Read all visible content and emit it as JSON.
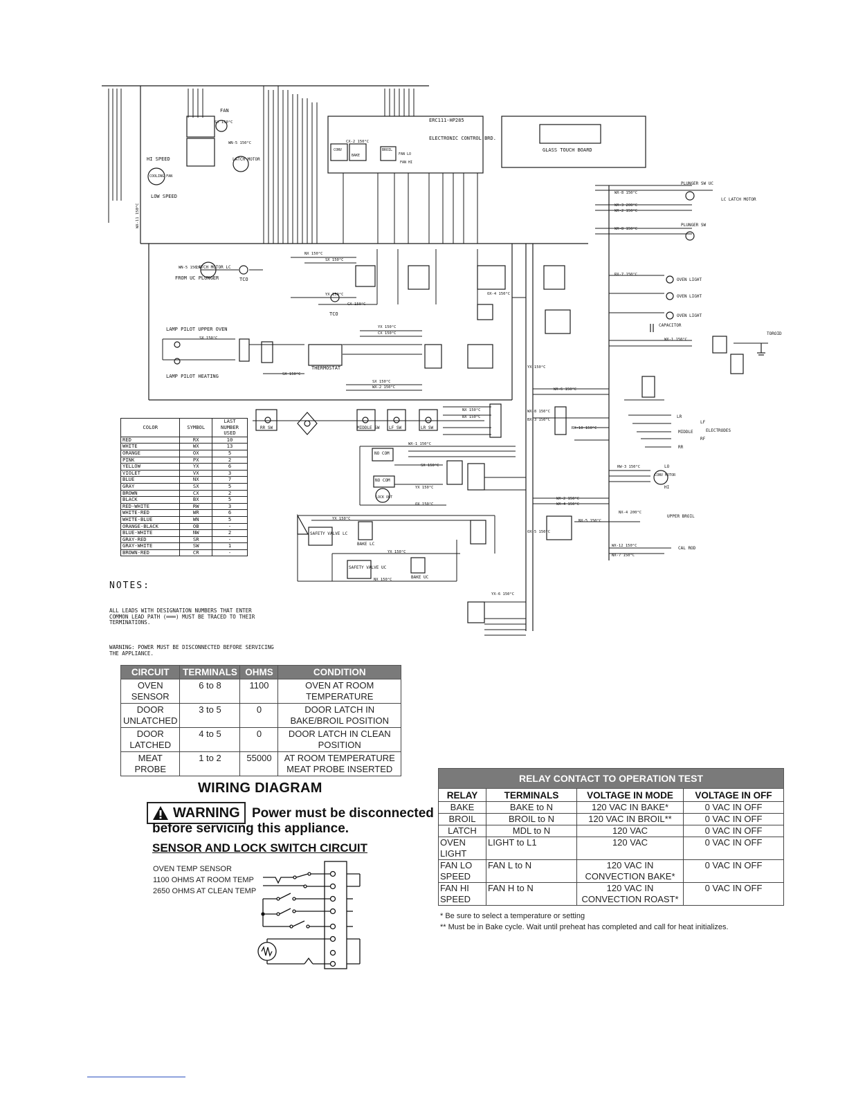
{
  "diagram": {
    "glass_touch_board": "GLASS TOUCH BOARD",
    "control_board": "ERC111-HP285",
    "electronic_control": "ELECTRONIC CONTROL BRD.",
    "cooling_fan": "COOLING FAN",
    "hi_speed": "HI SPEED",
    "low_speed": "LOW SPEED",
    "latch_motor": "LATCH MOTOR",
    "latch_motor_lc": "LATCH MOTOR LC",
    "from_uc_plunger": "FROM UC PLUNGER",
    "lamp_pilot_upper": "LAMP PILOT UPPER OVEN",
    "lamp_pilot_heating": "LAMP PILOT HEATING",
    "thermostat": "THERMOSTAT",
    "safety_valve_lc": "SAFETY VALVE LC",
    "safety_valve_uc": "SAFETY VALVE UC",
    "bake_lc": "BAKE LC",
    "bake_uc": "BAKE UC",
    "lock_out": "LOCK OUT",
    "plunger_sw_uc": "PLUNGER SW UC",
    "plunger_sw": "PLUNGER SW",
    "lc_latch_motor": "LC LATCH MOTOR",
    "oven_light": "OVEN LIGHT",
    "capacitor": "CAPACITOR",
    "toroid": "TOROID",
    "electrodes": "ELECTRODES",
    "conv_motor": "CONV MOTOR",
    "upper_broil": "UPPER BROIL",
    "cal_rod": "CAL ROD",
    "rr_sw": "RR SW",
    "middle_sw": "MIDDLE SW",
    "lf_sw": "LF SW",
    "lr_sw": "LR SW",
    "no_com": "NO COM",
    "tco": "TCO",
    "fan": "FAN",
    "conv": "CONV",
    "bake": "BAKE",
    "broil": "BROIL",
    "fan_lo": "FAN LO",
    "fan_hi": "FAN HI",
    "lf": "LF",
    "rf": "RF",
    "lr": "LR",
    "rr": "RR",
    "middle": "MIDDLE",
    "lo": "LO",
    "hi": "HI",
    "wire_labels": {
      "wn5": "WN-5 150°C",
      "sx": "SX 150°C",
      "nx": "NX 150°C",
      "yx": "YX 150°C",
      "bx": "BX 150°C",
      "wx1": "WX-1 150°C",
      "wx8": "WX-8 150°C",
      "wx3": "WX-3 200°C",
      "wx2": "WX-2 150°C",
      "ox4": "OX-4 150°C",
      "rx7": "RX-7 150°C",
      "wx12": "WX-12 150°C",
      "nx7": "NX-7 150°C",
      "yx6": "YX-6 150°C",
      "ox5": "OX-5 150°C",
      "wx6": "WX-6 150°C",
      "bx3": "BX-3 150°C",
      "rx10": "RX-10 150°C",
      "rw3": "RW-3 150°C",
      "nx4": "NX-4 200°C",
      "nx5": "NX-5 150°C",
      "wx4": "WX-4 150°C",
      "cx2": "CX-2 150°C",
      "cx": "CX 150°C",
      "ox": "OX 150°C",
      "wx11": "WX-11 150°C"
    }
  },
  "color_table": {
    "headers": [
      "COLOR",
      "SYMBOL",
      "LAST NUMBER USED"
    ],
    "rows": [
      [
        "RED",
        "RX",
        "10"
      ],
      [
        "WHITE",
        "WX",
        "13"
      ],
      [
        "ORANGE",
        "OX",
        "5"
      ],
      [
        "PINK",
        "PX",
        "2"
      ],
      [
        "YELLOW",
        "YX",
        "6"
      ],
      [
        "VIOLET",
        "VX",
        "3"
      ],
      [
        "BLUE",
        "NX",
        "7"
      ],
      [
        "GRAY",
        "SX",
        "5"
      ],
      [
        "BROWN",
        "CX",
        "2"
      ],
      [
        "BLACK",
        "BX",
        "5"
      ],
      [
        "RED-WHITE",
        "RW",
        "3"
      ],
      [
        "WHITE-RED",
        "WR",
        "6"
      ],
      [
        "WHITE-BLUE",
        "WN",
        "5"
      ],
      [
        "ORANGE-BLACK",
        "OB",
        "-"
      ],
      [
        "BLUE-WHITE",
        "NW",
        "2"
      ],
      [
        "GRAY-RED",
        "SR",
        "-"
      ],
      [
        "GRAY-WHITE",
        "SW",
        "1"
      ],
      [
        "BROWN-RED",
        "CR",
        "-"
      ]
    ]
  },
  "notes": {
    "heading": "NOTES:",
    "note1": "ALL LEADS WITH DESIGNATION NUMBERS THAT ENTER\nCOMMON LEAD PATH (═══) MUST BE TRACED TO THEIR\nTERMINATIONS.",
    "note2": "WARNING: POWER MUST BE DISCONNECTED BEFORE SERVICING\nTHE APPLIANCE."
  },
  "circuit_table": {
    "headers": [
      "CIRCUIT",
      "TERMINALS",
      "OHMS",
      "CONDITION"
    ],
    "rows": [
      [
        "OVEN SENSOR",
        "6 to 8",
        "1100",
        "OVEN AT ROOM TEMPERATURE"
      ],
      [
        "DOOR UNLATCHED",
        "3 to 5",
        "0",
        "DOOR LATCH IN BAKE/BROIL POSITION"
      ],
      [
        "DOOR LATCHED",
        "4 to 5",
        "0",
        "DOOR LATCH IN CLEAN POSITION"
      ],
      [
        "MEAT PROBE",
        "1 to 2",
        "55000",
        "AT ROOM TEMPERATURE MEAT PROBE INSERTED"
      ]
    ]
  },
  "wiring": {
    "title": "WIRING DIAGRAM",
    "warning_word": "WARNING",
    "warning_text_1": "Power must be disconnected",
    "warning_text_2": "before servicing this appliance.",
    "sensor_title": "SENSOR AND LOCK SWITCH CIRCUIT",
    "sensor_line1": "OVEN TEMP SENSOR",
    "sensor_line2": "1100 OHMS AT ROOM TEMP",
    "sensor_line3": "2650 OHMS AT CLEAN TEMP"
  },
  "relay_table": {
    "title": "RELAY CONTACT TO OPERATION TEST",
    "headers": [
      "RELAY",
      "TERMINALS",
      "VOLTAGE IN MODE",
      "VOLTAGE IN OFF"
    ],
    "rows": [
      [
        "BAKE",
        "BAKE to N",
        "120 VAC IN BAKE*",
        "0 VAC IN OFF"
      ],
      [
        "BROIL",
        "BROIL to N",
        "120 VAC IN BROIL**",
        "0 VAC IN OFF"
      ],
      [
        "LATCH",
        "MDL to N",
        "120 VAC",
        "0 VAC IN OFF"
      ],
      [
        "OVEN LIGHT",
        "LIGHT to L1",
        "120 VAC",
        "0 VAC IN OFF"
      ],
      [
        "FAN LO SPEED",
        "FAN L to N",
        "120 VAC IN CONVECTION BAKE*",
        "0 VAC IN OFF"
      ],
      [
        "FAN HI SPEED",
        "FAN H to N",
        "120 VAC IN CONVECTION ROAST*",
        "0 VAC IN OFF"
      ]
    ],
    "note1": "* Be sure to select a temperature or setting",
    "note2": "** Must be in Bake cycle. Wait until preheat has completed and call for heat initializes."
  }
}
